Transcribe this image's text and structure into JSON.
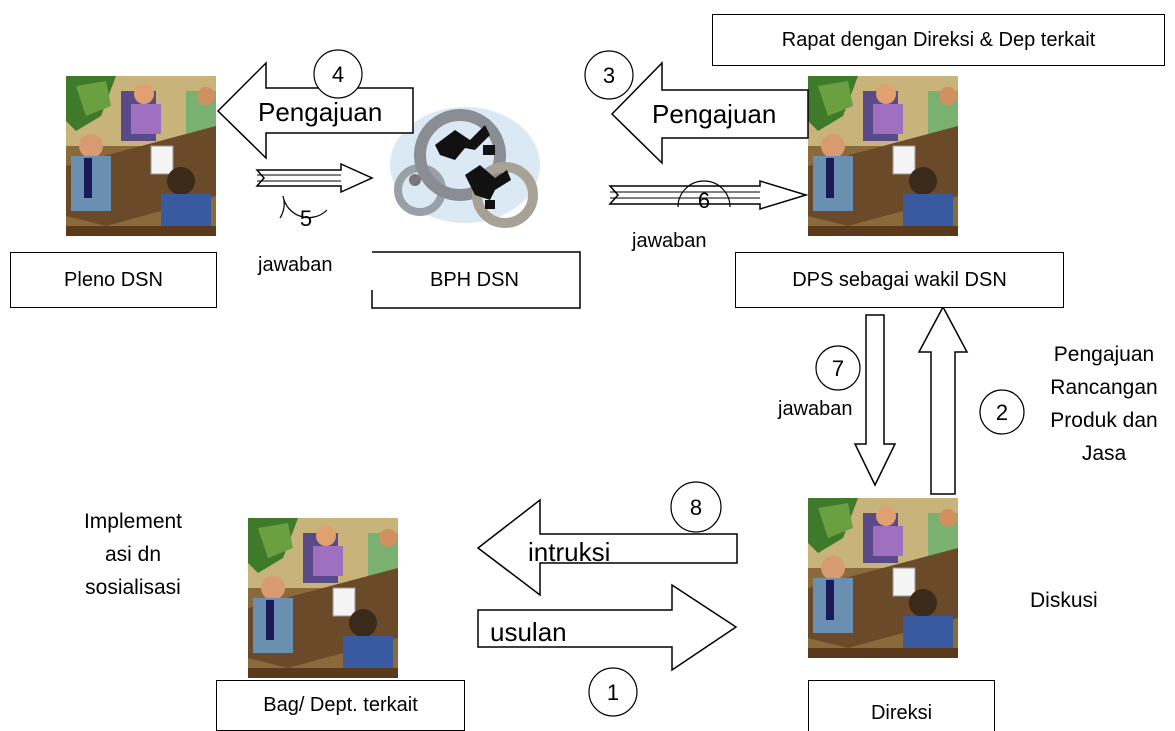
{
  "nodes": {
    "pleno": "Pleno DSN",
    "bph": "BPH DSN",
    "dps": "DPS sebagai wakil DSN",
    "direksi": "Direksi",
    "bag": "Bag/ Dept. terkait",
    "rapat": "Rapat dengan Direksi & Dep terkait"
  },
  "arrows": {
    "a4_label": "Pengajuan",
    "a3_label": "Pengajuan",
    "a8_label": "intruksi",
    "a1_label": "usulan"
  },
  "steps": [
    "1",
    "2",
    "3",
    "4",
    "5",
    "6",
    "7",
    "8"
  ],
  "texts": {
    "jawaban_5": "jawaban",
    "jawaban_6": "jawaban",
    "jawaban_7": "jawaban",
    "pengajuan_side": [
      "Pengajuan",
      "Rancangan",
      "Produk dan",
      "Jasa"
    ],
    "implementasi": [
      "Implement",
      "asi dn",
      "sosialisasi"
    ],
    "diskusi": "Diskusi"
  },
  "icons": [
    "meeting-clipart-pleno",
    "meeting-clipart-dps",
    "meeting-clipart-direksi",
    "meeting-clipart-bag",
    "gears-runners-clipart"
  ],
  "colors": {
    "line": "#000000",
    "background": "#ffffff"
  }
}
